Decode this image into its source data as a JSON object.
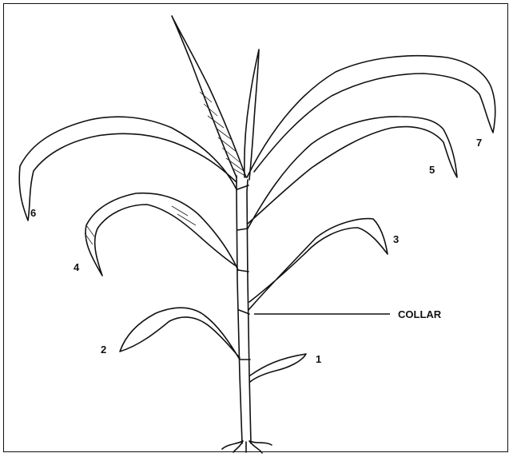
{
  "diagram": {
    "labels": {
      "leaf_1": "1",
      "leaf_2": "2",
      "leaf_3": "3",
      "leaf_4": "4",
      "leaf_5": "5",
      "leaf_6": "6",
      "leaf_7": "7",
      "collar": "COLLAR"
    },
    "colors": {
      "ink": "#111111",
      "background": "#ffffff"
    }
  }
}
